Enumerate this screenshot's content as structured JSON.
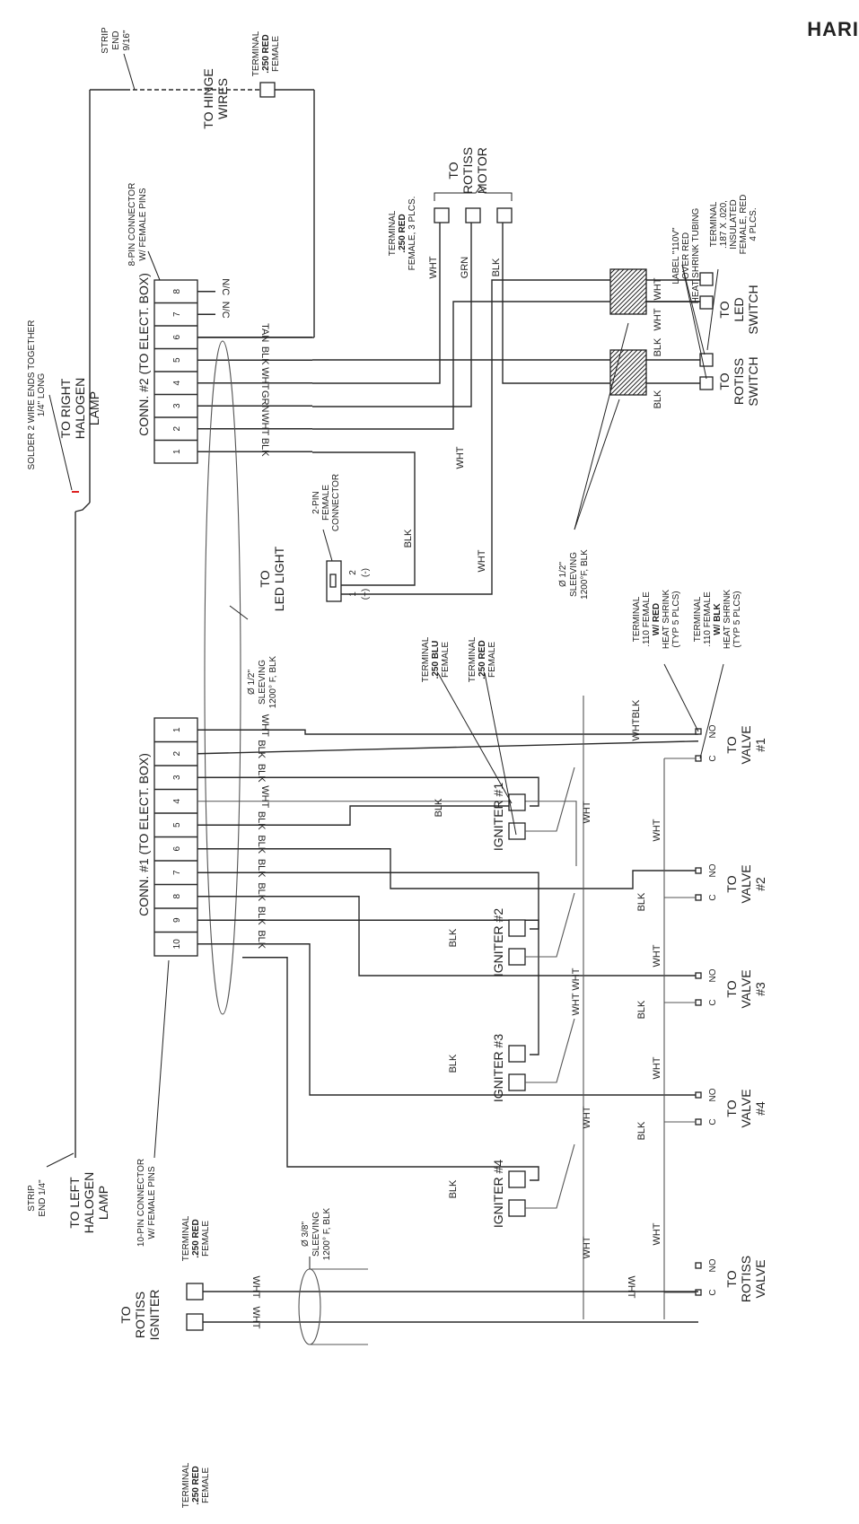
{
  "corner_title": "HARI",
  "conn2": {
    "title": "CONN. #2 (TO ELECT. BOX)",
    "pins": [
      "8",
      "7",
      "6",
      "5",
      "4",
      "3",
      "2",
      "1"
    ],
    "wires": [
      "N/C",
      "N/C",
      "TAN",
      "BLK",
      "WHT",
      "GRN",
      "WHT",
      "BLK"
    ],
    "connector_label": [
      "8-PIN CONNECTOR",
      "W/ FEMALE PINS"
    ]
  },
  "conn1": {
    "title": "CONN. #1 (TO ELECT. BOX)",
    "pins": [
      "1",
      "2",
      "3",
      "4",
      "5",
      "6",
      "7",
      "8",
      "9",
      "10"
    ],
    "wires": [
      "WHT",
      "BLK",
      "BLK",
      "WHT",
      "BLK",
      "BLK",
      "BLK",
      "BLK",
      "BLK",
      "BLK"
    ],
    "connector_label": [
      "10-PIN CONNECTOR",
      "W/ FEMALE PINS"
    ]
  },
  "hinge": {
    "strip_end": [
      "STRIP",
      "END",
      "9/16\""
    ],
    "to_hinge": [
      "TO HINGE",
      "WIRES"
    ],
    "terminal": [
      "TERMINAL",
      ".250 RED",
      "FEMALE"
    ]
  },
  "halogen": {
    "solder_note": [
      "SOLDER 2 WIRE ENDS TOGETHER",
      "1/4\" LONG"
    ],
    "right": [
      "TO RIGHT",
      "HALOGEN",
      "LAMP"
    ],
    "left": [
      "TO LEFT",
      "HALOGEN",
      "LAMP"
    ],
    "strip_end": [
      "STRIP",
      "END 1/4\""
    ]
  },
  "rotiss_motor": {
    "label": [
      "TO",
      "ROTISS",
      "MOTOR"
    ],
    "terminal": [
      "TERMINAL",
      ".250 RED",
      "FEMALE, 3 PLCS."
    ],
    "wires": [
      "WHT",
      "GRN",
      "BLK"
    ]
  },
  "rotiss_switch": {
    "label": [
      "TO",
      "ROTISS",
      "SWITCH"
    ],
    "tubing_label": [
      "LABEL \"110V\"",
      "OVER RED",
      "HEAT SHRINK TUBING"
    ],
    "terminal": [
      "TERMINAL",
      ".187 X .020,",
      "INSULATED",
      "FEMALE, RED",
      "4 PLCS."
    ],
    "wires": [
      "BLK",
      "BLK"
    ]
  },
  "led_switch": {
    "label": [
      "TO",
      "LED",
      "SWITCH"
    ],
    "wires": [
      "WHT",
      "WHT"
    ]
  },
  "led_light": {
    "label": [
      "TO",
      "LED LIGHT"
    ],
    "connector": [
      "2-PIN",
      "FEMALE",
      "CONNECTOR"
    ],
    "pins": [
      "2",
      "(-)",
      "1",
      "(+)"
    ],
    "wires": [
      "BLK",
      "WHT",
      "WHT"
    ]
  },
  "sleeving_half": [
    "Ø 1/2\"",
    "SLEEVING",
    "1200°F, BLK"
  ],
  "sleeving_long": [
    "Ø 1/2\"",
    "SLEEVING",
    "1200° F, BLK"
  ],
  "sleeving_38": [
    "Ø 3/8\"",
    "SLEEVING",
    "1200° F, BLK"
  ],
  "terminal_blu": [
    "TERMINAL",
    ".250 BLU",
    "FEMALE"
  ],
  "terminal_red": [
    "TERMINAL",
    ".250 RED",
    "FEMALE"
  ],
  "terminal_110_red": [
    "TERMINAL",
    ".110 FEMALE",
    "W/ RED",
    "HEAT SHRINK",
    "(TYP 5 PLCS)"
  ],
  "terminal_110_blk": [
    "TERMINAL",
    ".110 FEMALE",
    "W/ BLK",
    "HEAT SHRINK",
    "(TYP 5 PLCS)"
  ],
  "igniters": [
    "IGNITER #1",
    "IGNITER #2",
    "IGNITER #3",
    "IGNITER #4"
  ],
  "valves": [
    [
      "TO",
      "VALVE",
      "#1"
    ],
    [
      "TO",
      "VALVE",
      "#2"
    ],
    [
      "TO",
      "VALVE",
      "#3"
    ],
    [
      "TO",
      "VALVE",
      "#4"
    ],
    [
      "TO",
      "ROTISS",
      "VALVE"
    ]
  ],
  "valve_terms": [
    "C",
    "NO"
  ],
  "wire_labels": {
    "blk": "BLK",
    "wht": "WHT",
    "ww": "WHT WHT"
  },
  "rotiss_igniter": {
    "label": [
      "TO",
      "ROTISS",
      "IGNITER"
    ],
    "terminal": [
      "TERMINAL",
      ".250 RED",
      "FEMALE"
    ],
    "wires": [
      "WHT",
      "WHT"
    ]
  }
}
